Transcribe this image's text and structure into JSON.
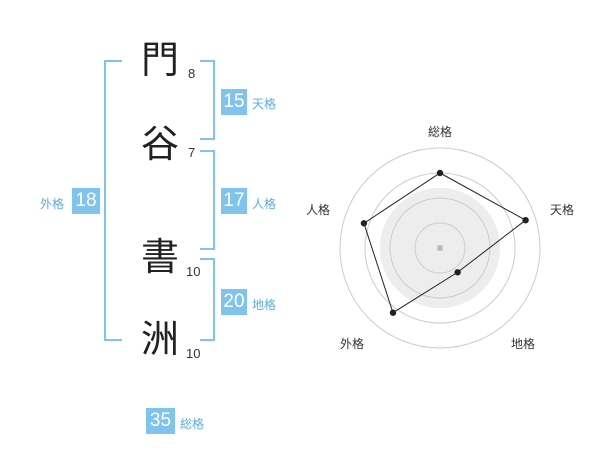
{
  "name": {
    "chars": [
      {
        "char": "門",
        "strokes": "8"
      },
      {
        "char": "谷",
        "strokes": "7"
      },
      {
        "char": "書",
        "strokes": "10"
      },
      {
        "char": "洲",
        "strokes": "10"
      }
    ]
  },
  "kaku": {
    "tenkaku": {
      "label": "天格",
      "value": "15"
    },
    "jinkaku": {
      "label": "人格",
      "value": "17"
    },
    "chikaku": {
      "label": "地格",
      "value": "20"
    },
    "gaikaku": {
      "label": "外格",
      "value": "18"
    },
    "soukaku": {
      "label": "総格",
      "value": "35"
    }
  },
  "colors": {
    "accent": "#80c4ee",
    "accent_text": "#5aaede",
    "radar_fill": "#ededed",
    "grid": "#cccccc"
  },
  "chart_data": {
    "type": "radar",
    "axes": [
      "総格",
      "天格",
      "地格",
      "外格",
      "人格"
    ],
    "rings": 4,
    "values": [
      0.75,
      0.9,
      0.3,
      0.8,
      0.8
    ]
  }
}
